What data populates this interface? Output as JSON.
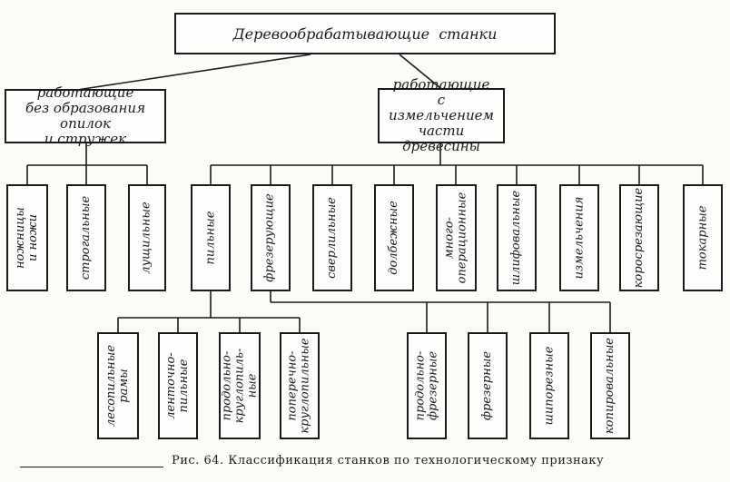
{
  "root": "Деревообрабатывающие  станки",
  "groups": {
    "left": "работающие\nбез образования опилок\nи стружек",
    "right": "работающие\nс измельчением части\nдревесины"
  },
  "level2": [
    "ножницы\nи ножи",
    "строгальные",
    "лущильные",
    "пильные",
    "фрезерующие",
    "сверлильные",
    "долбежные",
    "много-\nоперационные",
    "шлифовальные",
    "измельчения",
    "коросрезающие",
    "токарные"
  ],
  "saws": [
    "лесопильные\nрамы",
    "ленточно-\nпильные",
    "продольно-\nкруглопиль-\nные",
    "поперечно-\nкруглопильные"
  ],
  "mills": [
    "продольно-\nфрезерные",
    "фрезерные",
    "шипорезные",
    "копировальные"
  ],
  "caption": "Рис. 64. Классификация станков по технологическому признаку"
}
